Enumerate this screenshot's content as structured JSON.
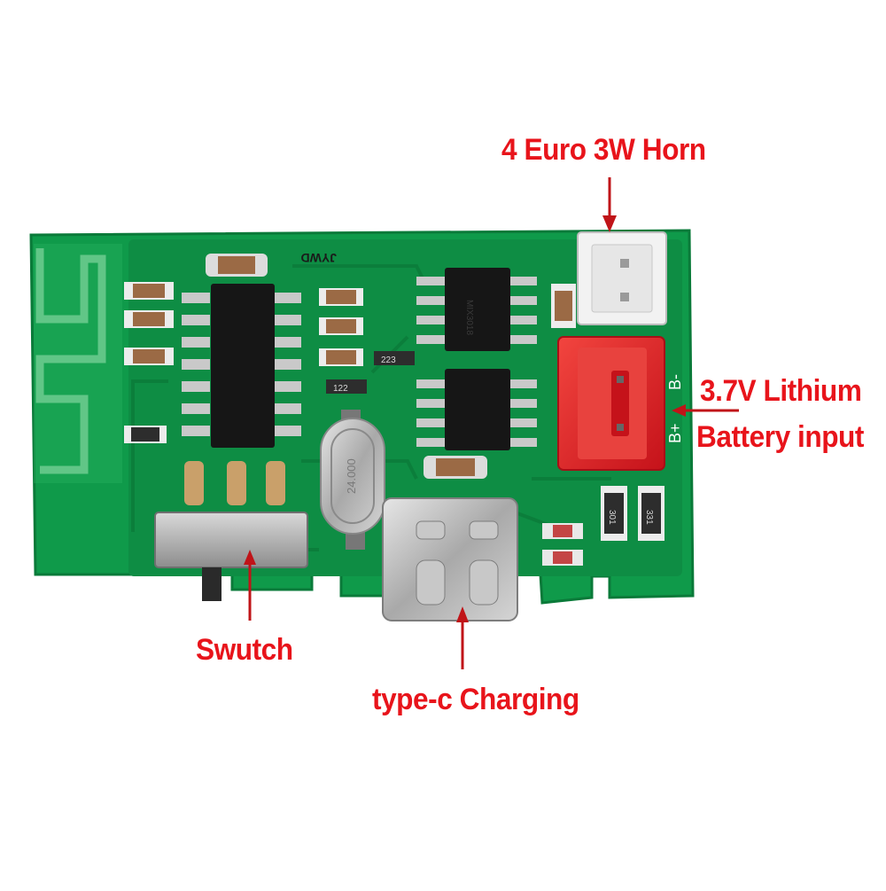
{
  "colors": {
    "callout_text": "#e8141b",
    "arrow": "#c01418",
    "pcb_green": "#0f9a4a",
    "pcb_dark_green": "#0b7e3b",
    "chip_black": "#161616",
    "battery_connector_red": "#e21e26",
    "speaker_connector_white": "#f2f2f2",
    "metal": "#b9b9b9"
  },
  "callouts": {
    "speaker": "4 Euro 3W Horn",
    "battery_line1": "3.7V Lithium",
    "battery_line2": "Battery input",
    "switch": "Swutch",
    "usb": "type-c  Charging"
  },
  "board_markings": {
    "logo": "JYWD",
    "battery_minus": "B-",
    "battery_plus": "B+",
    "resistor_1": "122",
    "resistor_2": "223",
    "resistor_3": "301",
    "resistor_4": "331",
    "crystal": "24.000",
    "amp_chip": "MIX3018"
  },
  "icons": {
    "speaker_arrow": "arrow-down-icon",
    "battery_arrow": "arrow-left-icon",
    "switch_arrow": "arrow-up-icon",
    "usb_arrow": "arrow-up-icon"
  }
}
